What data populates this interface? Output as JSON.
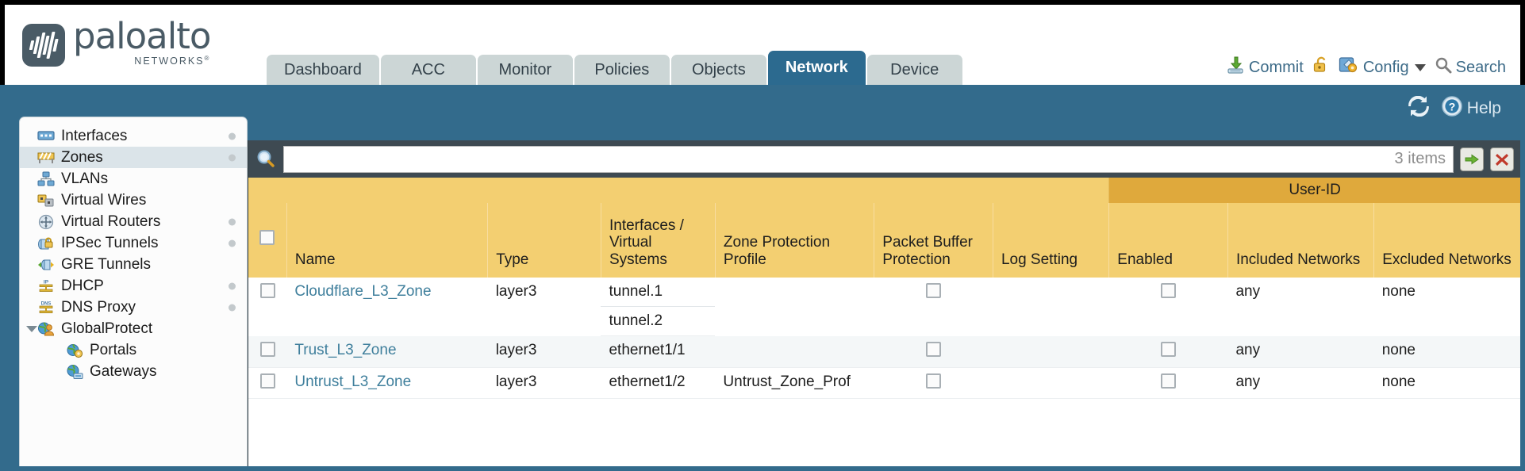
{
  "brand": {
    "name": "paloalto",
    "sub": "NETWORKS",
    "sub_mark": "®"
  },
  "tabs": [
    {
      "label": "Dashboard",
      "active": false
    },
    {
      "label": "ACC",
      "active": false
    },
    {
      "label": "Monitor",
      "active": false
    },
    {
      "label": "Policies",
      "active": false
    },
    {
      "label": "Objects",
      "active": false
    },
    {
      "label": "Network",
      "active": true
    },
    {
      "label": "Device",
      "active": false
    }
  ],
  "header_actions": {
    "commit": "Commit",
    "lock_icon": "unlock-padlock-icon",
    "config": "Config",
    "search": "Search"
  },
  "subband": {
    "refresh_icon": "refresh-icon",
    "help": "Help"
  },
  "sidebar": {
    "items": [
      {
        "label": "Interfaces",
        "icon": "interfaces-icon",
        "selected": false,
        "dot": true,
        "child": false,
        "twisty": false
      },
      {
        "label": "Zones",
        "icon": "zones-icon",
        "selected": true,
        "dot": true,
        "child": false,
        "twisty": false
      },
      {
        "label": "VLANs",
        "icon": "vlans-icon",
        "selected": false,
        "dot": false,
        "child": false,
        "twisty": false
      },
      {
        "label": "Virtual Wires",
        "icon": "virtual-wires-icon",
        "selected": false,
        "dot": false,
        "child": false,
        "twisty": false
      },
      {
        "label": "Virtual Routers",
        "icon": "virtual-routers-icon",
        "selected": false,
        "dot": true,
        "child": false,
        "twisty": false
      },
      {
        "label": "IPSec Tunnels",
        "icon": "ipsec-tunnels-icon",
        "selected": false,
        "dot": true,
        "child": false,
        "twisty": false
      },
      {
        "label": "GRE Tunnels",
        "icon": "gre-tunnels-icon",
        "selected": false,
        "dot": false,
        "child": false,
        "twisty": false
      },
      {
        "label": "DHCP",
        "icon": "dhcp-icon",
        "selected": false,
        "dot": true,
        "child": false,
        "twisty": false
      },
      {
        "label": "DNS Proxy",
        "icon": "dns-proxy-icon",
        "selected": false,
        "dot": true,
        "child": false,
        "twisty": false
      },
      {
        "label": "GlobalProtect",
        "icon": "globalprotect-icon",
        "selected": false,
        "dot": false,
        "child": false,
        "twisty": true
      },
      {
        "label": "Portals",
        "icon": "portals-icon",
        "selected": false,
        "dot": false,
        "child": true,
        "twisty": false
      },
      {
        "label": "Gateways",
        "icon": "gateways-icon",
        "selected": false,
        "dot": false,
        "child": true,
        "twisty": false
      }
    ]
  },
  "filter": {
    "search_icon": "search-icon",
    "value": "",
    "placeholder": "",
    "count": "3 items",
    "apply_icon": "green-arrow-apply-icon",
    "clear_icon": "red-x-clear-icon"
  },
  "table": {
    "group_header": "User-ID",
    "columns": [
      "Name",
      "Type",
      "Interfaces / Virtual Systems",
      "Zone Protection Profile",
      "Packet Buffer Protection",
      "Log Setting",
      "Enabled",
      "Included Networks",
      "Excluded Networks"
    ],
    "rows": [
      {
        "name": "Cloudflare_L3_Zone",
        "type": "layer3",
        "interfaces": [
          "tunnel.1",
          "tunnel.2"
        ],
        "zone_protection_profile": "",
        "packet_buffer_protection": false,
        "log_setting": "",
        "user_id_enabled": false,
        "included_networks": "any",
        "excluded_networks": "none"
      },
      {
        "name": "Trust_L3_Zone",
        "type": "layer3",
        "interfaces": [
          "ethernet1/1"
        ],
        "zone_protection_profile": "",
        "packet_buffer_protection": false,
        "log_setting": "",
        "user_id_enabled": false,
        "included_networks": "any",
        "excluded_networks": "none"
      },
      {
        "name": "Untrust_L3_Zone",
        "type": "layer3",
        "interfaces": [
          "ethernet1/2"
        ],
        "zone_protection_profile": "Untrust_Zone_Prof",
        "packet_buffer_protection": false,
        "log_setting": "",
        "user_id_enabled": false,
        "included_networks": "any",
        "excluded_networks": "none"
      }
    ]
  },
  "colors": {
    "brand_blue": "#336b8c",
    "tab_active": "#2c6a8f",
    "header_gold": "#f3cf71",
    "group_gold": "#dfa93c",
    "link": "#3f7f9c"
  }
}
